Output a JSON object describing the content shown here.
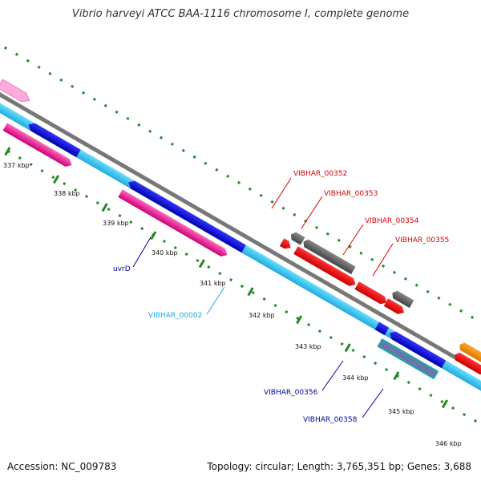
{
  "title": "Vibrio harveyi ATCC BAA-1116 chromosome I, complete genome",
  "footer": {
    "accession": "Accession: NC_009783",
    "summary": "Topology: circular; Length: 3,765,351 bp; Genes: 3,688"
  },
  "ruler": {
    "tick_labels": [
      "337 kbp",
      "338 kbp",
      "339 kbp",
      "340 kbp",
      "341 kbp",
      "342 kbp",
      "343 kbp",
      "344 kbp",
      "345 kbp",
      "346 kbp"
    ]
  },
  "gene_labels": [
    {
      "text": "VIBHAR_00352",
      "color": "#dd0000"
    },
    {
      "text": "VIBHAR_00353",
      "color": "#dd0000"
    },
    {
      "text": "VIBHAR_00354",
      "color": "#dd0000"
    },
    {
      "text": "VIBHAR_00355",
      "color": "#dd0000"
    },
    {
      "text": "uvrD",
      "color": "#0000aa"
    },
    {
      "text": "VIBHAR_00002",
      "color": "#22aadd"
    },
    {
      "text": "VIBHAR_00356",
      "color": "#0000aa"
    },
    {
      "text": "VIBHAR_00358",
      "color": "#0000aa"
    }
  ],
  "feature_colors": {
    "pink_gene": "#ff1493",
    "blue_gene": "#1010e0",
    "cyan_gene": "#33ccf0",
    "red_gene": "#ee1111",
    "gray_gene": "#666666",
    "orange_gene": "#ff9900",
    "light_pink_gene": "#ffaadd",
    "tick_color": "#228b22"
  }
}
